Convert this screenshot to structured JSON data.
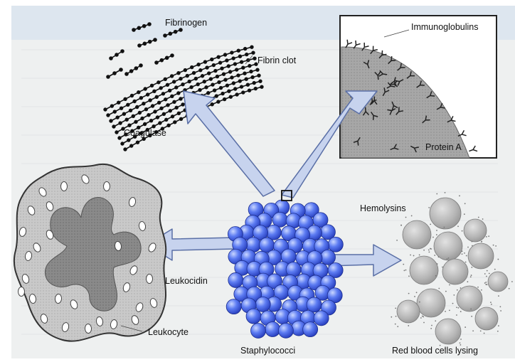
{
  "labels": {
    "fibrinogen": "Fibrinogen",
    "fibrin_clot": "Fibrin clot",
    "coagulase": "Coagulase",
    "immunoglobulins": "Immunoglobulins",
    "protein_a": "Protein A",
    "hemolysins": "Hemolysins",
    "leukocidin": "Leukocidin",
    "leukocyte": "Leukocyte",
    "staphylococci": "Staphylococci",
    "rbc_lysing": "Red blood cells lysing"
  },
  "colors": {
    "background_page": "#eef0f0",
    "header_band": "#dde6ef",
    "arrow_fill": "#c7d3ee",
    "arrow_stroke": "#5a6fa6",
    "coccus_light": "#c9d6ff",
    "coccus_mid": "#5c7bf2",
    "coccus_dark": "#2238b8",
    "leukocyte_outer": "#c9c9c9",
    "leukocyte_nucleus": "#8a8a8a",
    "protein_a_surface": "#a7a7a7",
    "rbc_fill": "#b5b5b5"
  },
  "icons": {
    "fibrin_strands": "chain-of-dots",
    "antibody": "y-shaped-immunoglobulin",
    "granule": "white-oval"
  }
}
